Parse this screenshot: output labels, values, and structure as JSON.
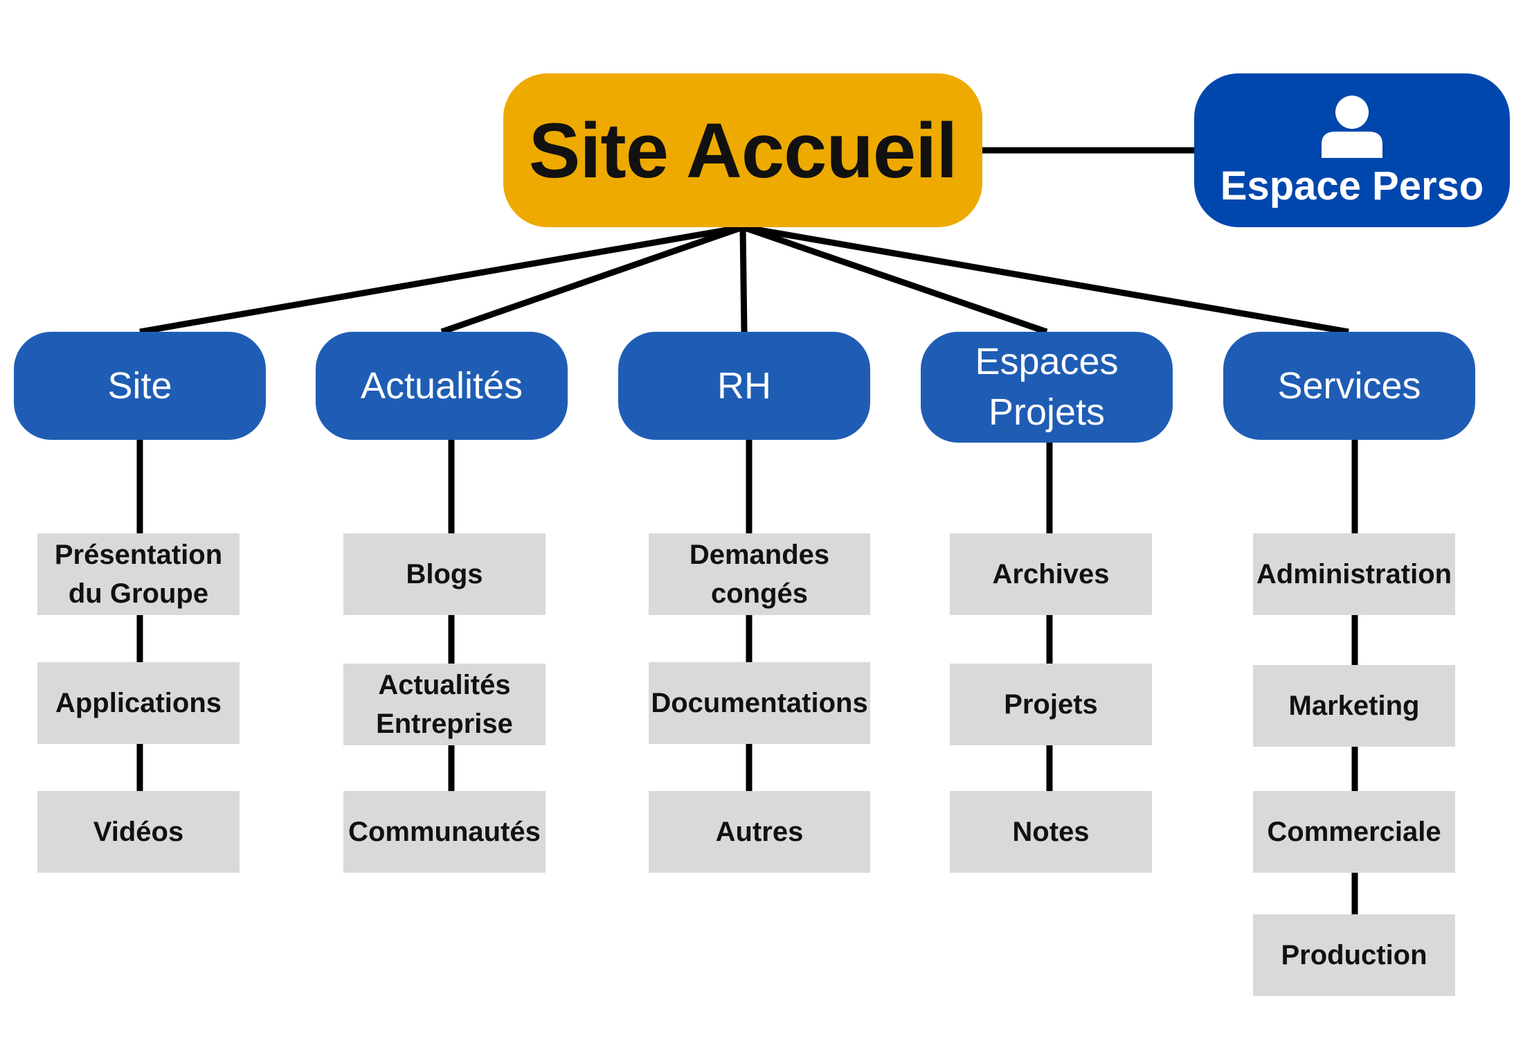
{
  "root": {
    "label": "Site Accueil",
    "color": "#eeaa00"
  },
  "espace_perso": {
    "label": "Espace Perso",
    "icon": "person-icon",
    "color": "#0047ad"
  },
  "category_color": "#1f5db5",
  "item_color": "#d9d9d9",
  "categories": [
    {
      "label": "Site",
      "items": [
        "Présentation\ndu Groupe",
        "Applications",
        "Vidéos"
      ]
    },
    {
      "label": "Actualités",
      "items": [
        "Blogs",
        "Actualités\nEntreprise",
        "Communautés"
      ]
    },
    {
      "label": "RH",
      "items": [
        "Demandes\ncongés",
        "Documentations",
        "Autres"
      ]
    },
    {
      "label": "Espaces\nProjets",
      "items": [
        "Archives",
        "Projets",
        "Notes"
      ]
    },
    {
      "label": "Services",
      "items": [
        "Administration",
        "Marketing",
        "Commerciale",
        "Production"
      ]
    }
  ]
}
